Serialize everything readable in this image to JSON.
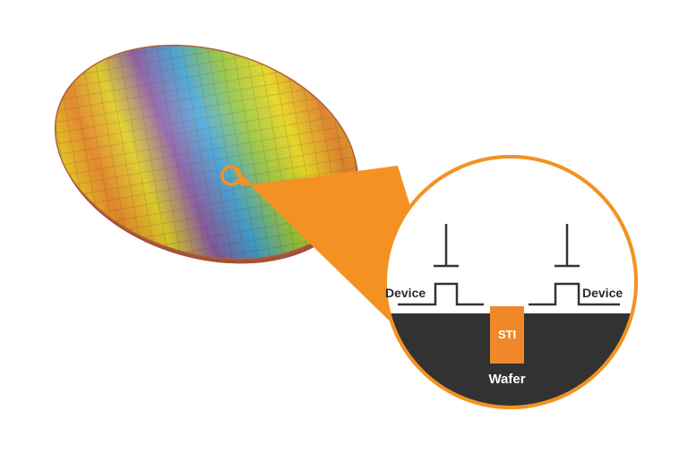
{
  "labels": {
    "device_left": "Device",
    "device_right": "Device",
    "sti": "STI",
    "wafer": "Wafer"
  },
  "colors": {
    "accent_orange": "#F39223",
    "wafer_dark": "#323232",
    "circuit_line": "#333333",
    "label_dark": "#2A2A2A",
    "label_light": "#FFFFFF",
    "rainbow": [
      "#F0E019",
      "#F38A22",
      "#C8D22E",
      "#8E5BA8",
      "#3FA6DA",
      "#9ACD3E",
      "#F5E21A",
      "#F0892A"
    ]
  },
  "icons": {
    "wafer": "silicon-wafer-image",
    "magnifier": "zoom-callout"
  }
}
